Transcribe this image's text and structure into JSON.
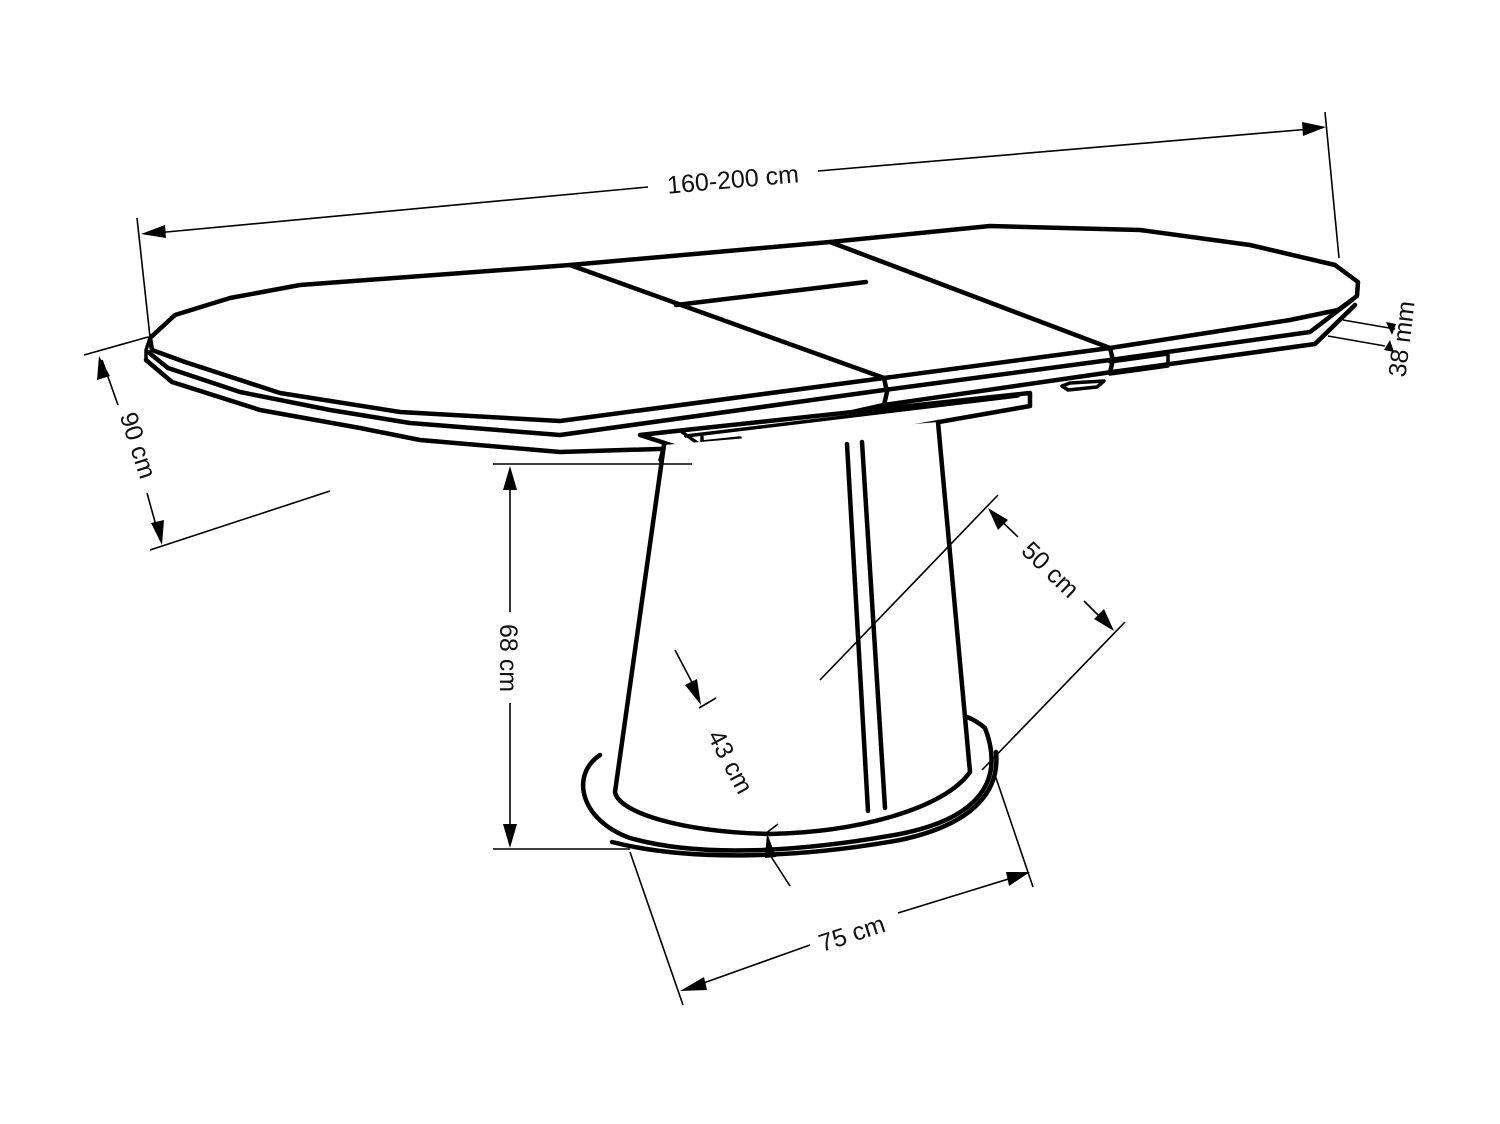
{
  "drawing": {
    "subject": "extendable oval dining table with conical pedestal base",
    "line_color": "#000000",
    "background": "#ffffff"
  },
  "dimensions": {
    "length": {
      "label": "160-200 cm"
    },
    "top_thickness": {
      "label": "38 mm"
    },
    "width": {
      "label": "90 cm"
    },
    "height_under_top": {
      "label": "68 cm"
    },
    "pedestal_top_diameter": {
      "label": "50 cm"
    },
    "pedestal_bottom_diameter": {
      "label": "43 cm"
    },
    "base_plate_diameter": {
      "label": "75 cm"
    }
  }
}
